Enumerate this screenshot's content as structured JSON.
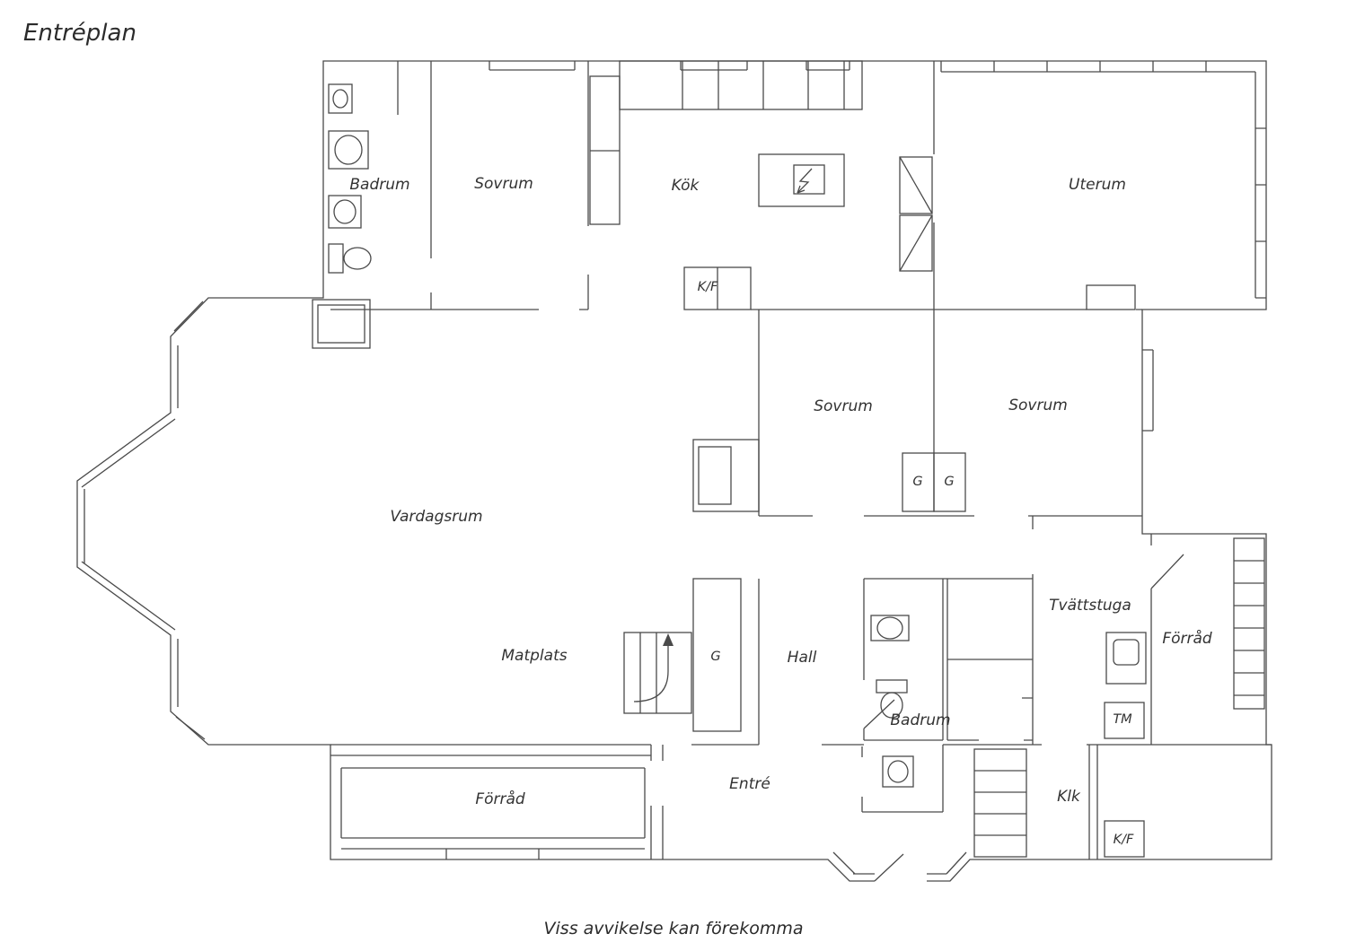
{
  "page": {
    "title": "Entréplan",
    "disclaimer": "Viss avvikelse kan förekomma"
  },
  "colors": {
    "line": "#4a4a4a",
    "text": "#333333",
    "background": "#ffffff"
  },
  "rooms": [
    {
      "label": "Badrum"
    },
    {
      "label": "Sovrum"
    },
    {
      "label": "Kök"
    },
    {
      "label": "Uterum"
    },
    {
      "label": "K/F"
    },
    {
      "label": "Sovrum"
    },
    {
      "label": "Sovrum"
    },
    {
      "label": "Vardagsrum"
    },
    {
      "label": "G"
    },
    {
      "label": "G"
    },
    {
      "label": "Matplats"
    },
    {
      "label": "G"
    },
    {
      "label": "Hall"
    },
    {
      "label": "Tvättstuga"
    },
    {
      "label": "Förråd"
    },
    {
      "label": "Badrum"
    },
    {
      "label": "TM"
    },
    {
      "label": "Entré"
    },
    {
      "label": "Klk"
    },
    {
      "label": "K/F"
    },
    {
      "label": "Förråd"
    }
  ]
}
